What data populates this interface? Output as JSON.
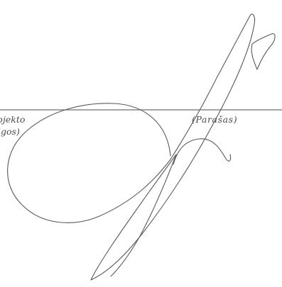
{
  "document": {
    "left_caption_line1": "bjekto",
    "left_caption_line2": "igos)",
    "right_caption": "(Parašas)"
  },
  "signature": {
    "ink_color": "#5a5a5a",
    "line_color": "#6f6f6f"
  }
}
